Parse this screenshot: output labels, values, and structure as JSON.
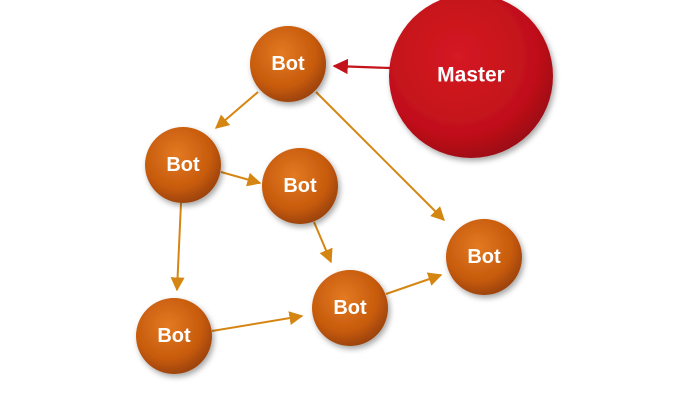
{
  "diagram": {
    "master": {
      "label": "Master",
      "color": "#c4121a"
    },
    "bot_color": "#c9600f",
    "arrow_color": "#d58612",
    "master_arrow_color": "#c4121a",
    "bots": [
      {
        "id": "bot-top",
        "label": "Bot"
      },
      {
        "id": "bot-left",
        "label": "Bot"
      },
      {
        "id": "bot-middle",
        "label": "Bot"
      },
      {
        "id": "bot-right",
        "label": "Bot"
      },
      {
        "id": "bot-bottom-left",
        "label": "Bot"
      },
      {
        "id": "bot-bottom-center",
        "label": "Bot"
      }
    ],
    "connections": [
      {
        "from": "master",
        "to": "bot-top"
      },
      {
        "from": "bot-top",
        "to": "bot-left"
      },
      {
        "from": "bot-top",
        "to": "bot-right"
      },
      {
        "from": "bot-left",
        "to": "bot-middle"
      },
      {
        "from": "bot-left",
        "to": "bot-bottom-left"
      },
      {
        "from": "bot-middle",
        "to": "bot-bottom-center"
      },
      {
        "from": "bot-bottom-left",
        "to": "bot-bottom-center"
      },
      {
        "from": "bot-bottom-center",
        "to": "bot-right"
      }
    ]
  }
}
